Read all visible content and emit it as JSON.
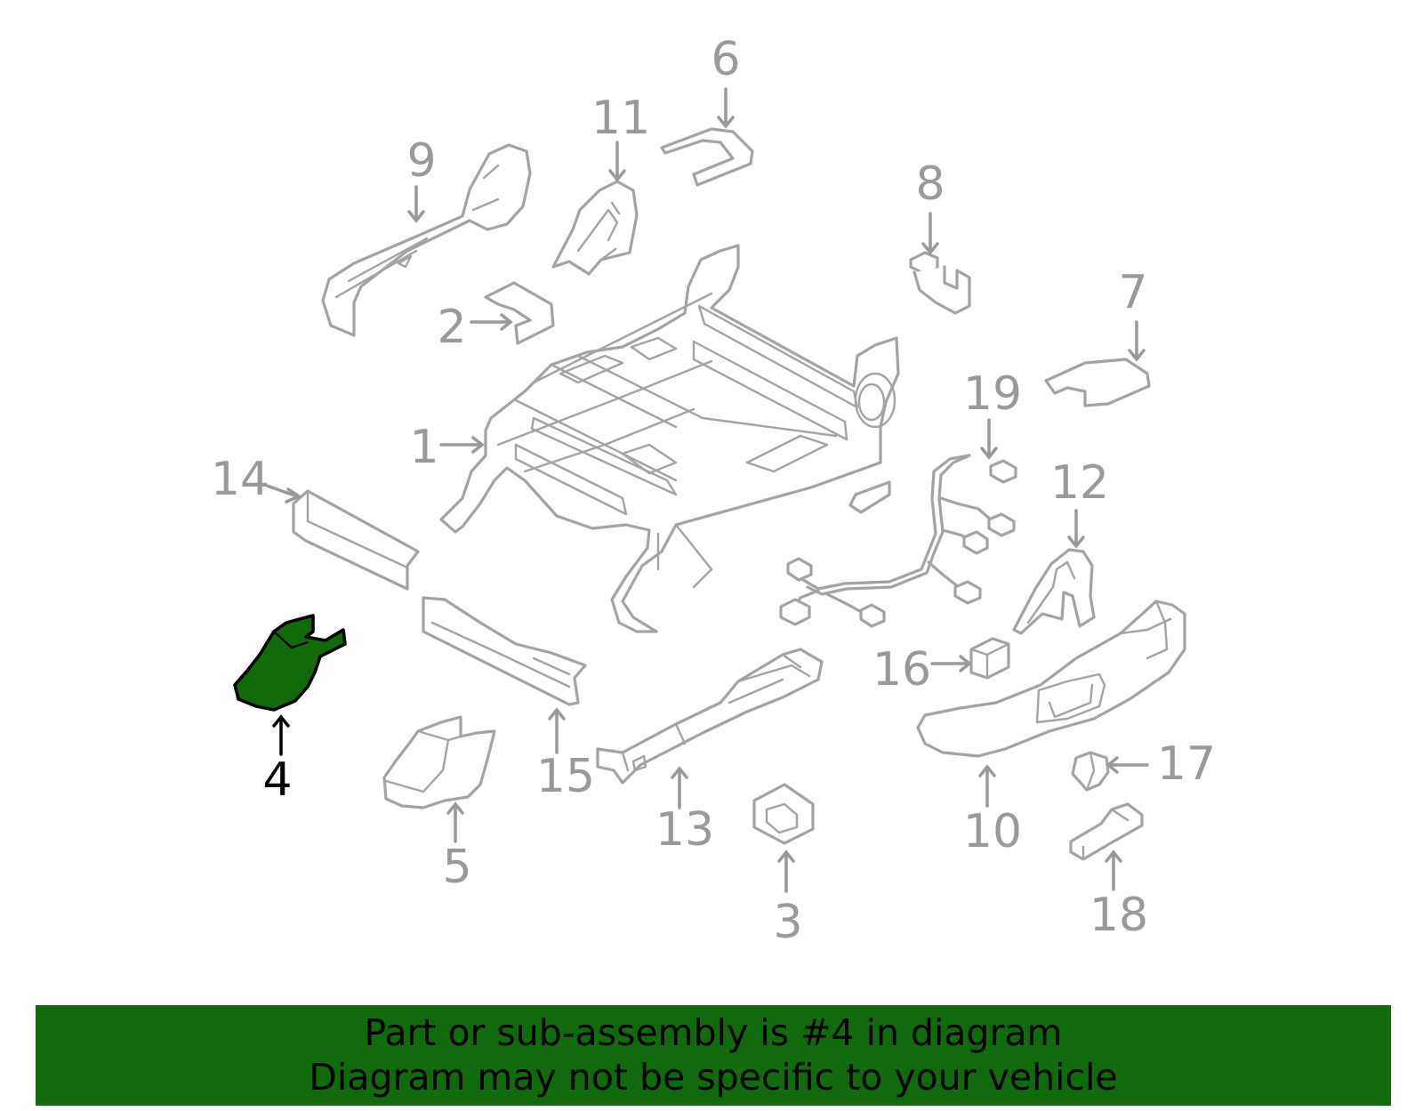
{
  "diagram": {
    "highlighted_part": "4",
    "callouts": [
      "1",
      "2",
      "3",
      "4",
      "5",
      "6",
      "7",
      "8",
      "9",
      "10",
      "11",
      "12",
      "13",
      "14",
      "15",
      "16",
      "17",
      "18",
      "19"
    ],
    "colors": {
      "part_outline": "#a3a3a3",
      "callout_text": "#999999",
      "highlight_fill": "#126a0b",
      "highlight_label": "#000000"
    }
  },
  "banner": {
    "line1": "Part or sub-assembly is #4 in diagram",
    "line2": "Diagram may not be specific to your vehicle",
    "background": "#116a0c"
  }
}
